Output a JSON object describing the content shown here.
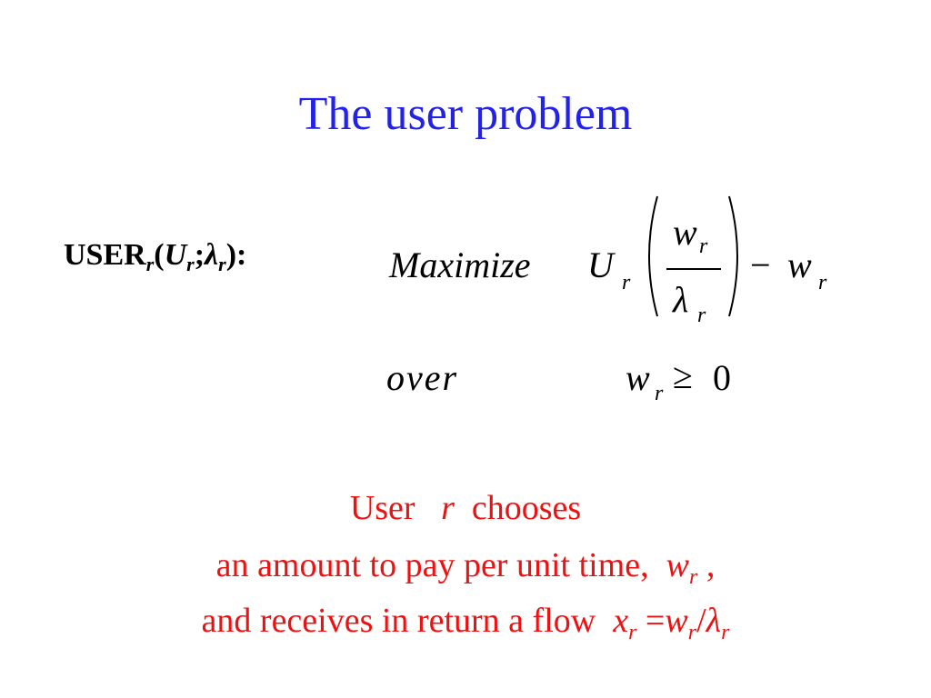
{
  "slide": {
    "title": "The user problem",
    "label": {
      "prefix": "USER",
      "sub_r": "r",
      "open": "(",
      "U": "U",
      "sub_r2": "r",
      "semi": ";",
      "lambda": "λ",
      "sub_r3": "r",
      "close": "):"
    },
    "objective": {
      "word": "Maximize",
      "U": "U",
      "sub_r": "r",
      "num_w": "w",
      "num_sub": "r",
      "den_lambda": "λ",
      "den_sub": "r",
      "minus": "−",
      "w": "w",
      "w_sub": "r"
    },
    "constraint": {
      "word": "over",
      "w": "w",
      "w_sub": "r",
      "relation": "≥",
      "value": "0"
    },
    "caption": {
      "line1_a": "User",
      "line1_var": "r",
      "line1_b": "chooses",
      "line2_a": "an amount to pay per unit time,",
      "line2_var": "w",
      "line2_sub": "r",
      "line2_b": ",",
      "line3_a": "and receives in return a flow",
      "line3_x": "x",
      "line3_x_sub": "r",
      "line3_eq": "=",
      "line3_w": "w",
      "line3_w_sub": "r",
      "line3_slash": "/",
      "line3_lambda": "λ",
      "line3_lambda_sub": "r"
    },
    "colors": {
      "title": "#2323e8",
      "caption": "#ee1111",
      "math": "#000000"
    }
  }
}
